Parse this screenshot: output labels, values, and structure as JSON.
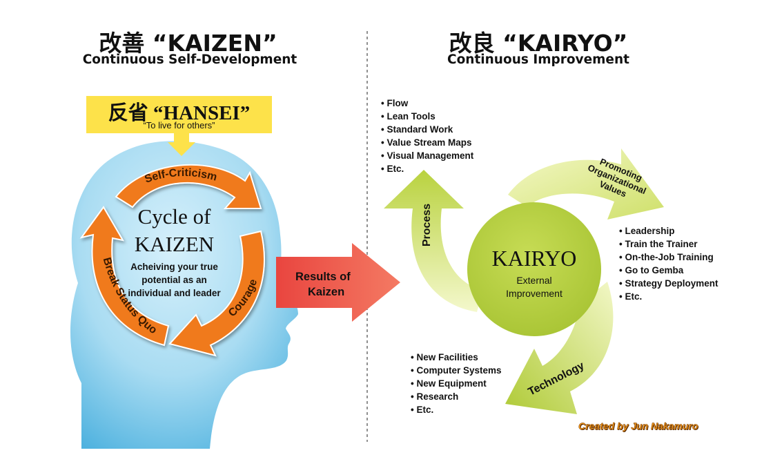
{
  "left": {
    "title": "改善 “KAIZEN”",
    "subtitle": "Continuous Self-Development",
    "hansei": {
      "title": "反省 “HANSEI”",
      "tagline": "“To live for others”"
    },
    "cycle": {
      "title_line1": "Cycle of",
      "title_line2": "KAIZEN",
      "desc_line1": "Acheiving your true",
      "desc_line2": "potential as an",
      "desc_line3": "individual and leader",
      "arrow_self_criticism": "Self-Criticism",
      "arrow_courage": "Courage",
      "arrow_break": "Break Status Quo"
    }
  },
  "results_arrow": {
    "line1": "Results of",
    "line2": "Kaizen"
  },
  "right": {
    "title": "改良 “KAIRYO”",
    "subtitle": "Continuous Improvement",
    "center": {
      "title": "KAIRYO",
      "line1": "External",
      "line2": "Improvement"
    },
    "arrows": {
      "process": "Process",
      "promoting_line1": "Promoting",
      "promoting_line2": "Organizational",
      "promoting_line3": "Values",
      "technology": "Technology"
    },
    "process_list": [
      "Flow",
      "Lean Tools",
      "Standard Work",
      "Value Stream Maps",
      "Visual Management",
      "Etc."
    ],
    "values_list": [
      "Leadership",
      "Train the Trainer",
      "On-the-Job Training",
      "Go to Gemba",
      "Strategy Deployment",
      "Etc."
    ],
    "technology_list": [
      "New Facilities",
      "Computer Systems",
      "New Equipment",
      "Research",
      "Etc."
    ]
  },
  "credit": "Created by Jun Nakamuro",
  "colors": {
    "head": "#5fb8e0",
    "cycle_orange": "#f07a1e",
    "hansei_yellow": "#fde24a",
    "results_red": "#ee5e52",
    "green_circle": "#b5cf3d",
    "light_arrow": "#e6ef9e"
  }
}
